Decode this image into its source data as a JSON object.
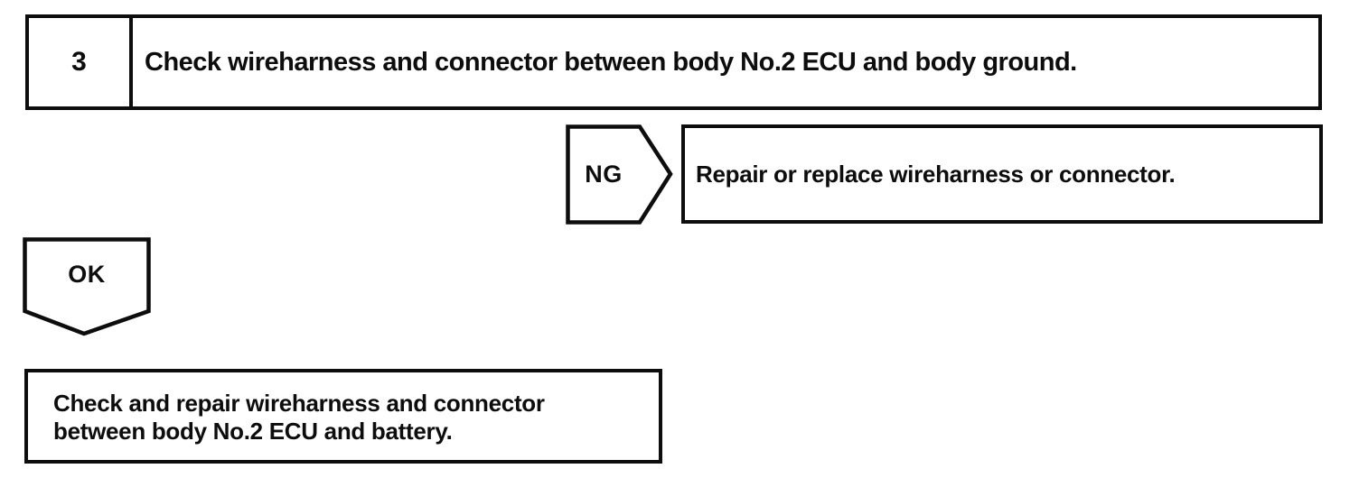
{
  "page": {
    "background_color": "#ffffff",
    "ink_color": "#0d0d0d"
  },
  "flowchart": {
    "step": {
      "number": "3",
      "instruction": "Check wireharness and connector between body No.2 ECU and body ground."
    },
    "ng_branch": {
      "label": "NG",
      "action": "Repair or replace wireharness or connector."
    },
    "ok_branch": {
      "label": "OK",
      "action_lines": [
        "Check and repair wireharness and connector",
        "between body No.2 ECU and battery."
      ]
    }
  }
}
